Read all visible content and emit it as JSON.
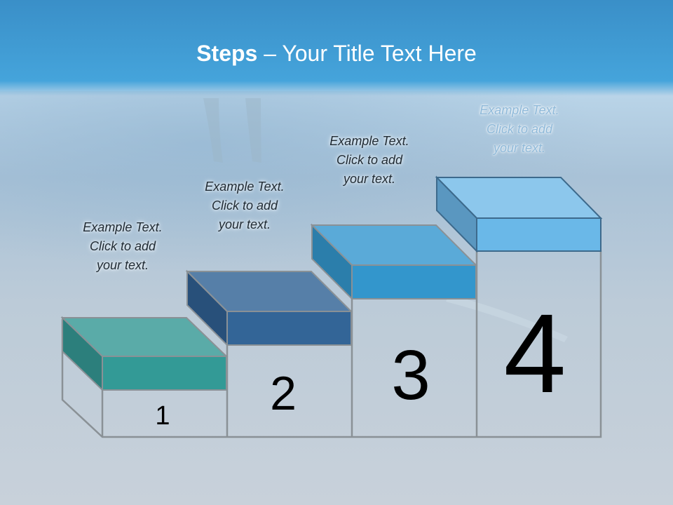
{
  "slide": {
    "title_bold": "Steps",
    "title_rest": " – Your Title Text Here"
  },
  "steps": [
    {
      "number": "1",
      "text": [
        "Example Text.",
        "Click  to add",
        "your text."
      ],
      "top_color": "#5aaba8",
      "front_color": "#339a96",
      "side_color": "#2c7f7c"
    },
    {
      "number": "2",
      "text": [
        "Example Text.",
        "Click  to add",
        "your text."
      ],
      "top_color": "#567fa8",
      "front_color": "#336597",
      "side_color": "#28507a"
    },
    {
      "number": "3",
      "text": [
        "Example Text.",
        "Click  to add",
        "your text."
      ],
      "top_color": "#5aaad8",
      "front_color": "#3396cc",
      "side_color": "#2b7eab"
    },
    {
      "number": "4",
      "text": [
        "Example Text.",
        "Click  to add",
        "your text."
      ],
      "top_color": "#8cc7ec",
      "front_color": "#6ab8e8",
      "side_color": "#5a97c0"
    }
  ],
  "colors": {
    "sky_top": "#3f9ad2",
    "sky_bottom": "#cdd8e2",
    "outline": "#8a9196"
  }
}
